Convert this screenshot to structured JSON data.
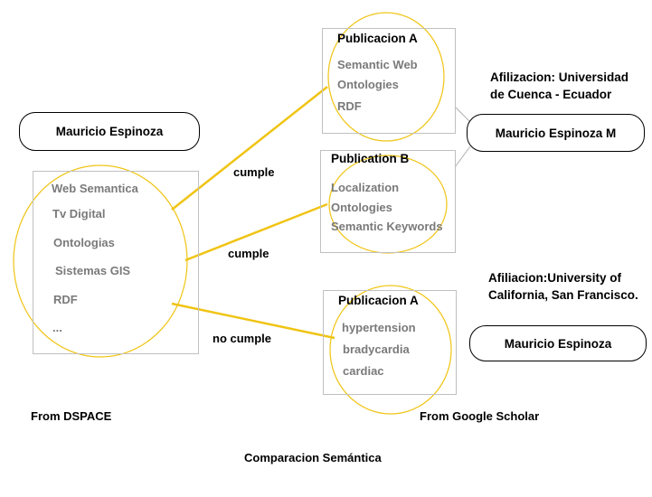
{
  "dspace": {
    "author": "Mauricio Espinoza",
    "terms": [
      "Web Semantica",
      "Tv Digital",
      "Ontologias",
      "Sistemas GIS",
      "RDF",
      "..."
    ],
    "source_label": "From DSPACE"
  },
  "publications": [
    {
      "title": "Publicacion A",
      "terms": [
        "Semantic Web",
        "Ontologies",
        "RDF"
      ]
    },
    {
      "title": "Publication B",
      "terms": [
        "Localization",
        "Ontologies",
        "Semantic Keywords"
      ]
    },
    {
      "title": "Publicacion A",
      "terms": [
        "hypertension",
        "bradycardia",
        "cardiac"
      ]
    }
  ],
  "matches": [
    "cumple",
    "cumple",
    "no cumple"
  ],
  "scholar": {
    "author_1": "Mauricio Espinoza M",
    "affiliation_1": [
      "Afilizacion: Universidad",
      "de Cuenca - Ecuador"
    ],
    "author_2": "Mauricio Espinoza",
    "affiliation_2": [
      "Afiliacion:University of",
      "California, San Francisco."
    ],
    "source_label": "From Google Scholar"
  },
  "caption": "Comparacion Semántica",
  "colors": {
    "circle": "#f0c414",
    "connector": "#f0c414",
    "box_border": "#c0c0c0",
    "term_text": "#7a7a7a"
  }
}
